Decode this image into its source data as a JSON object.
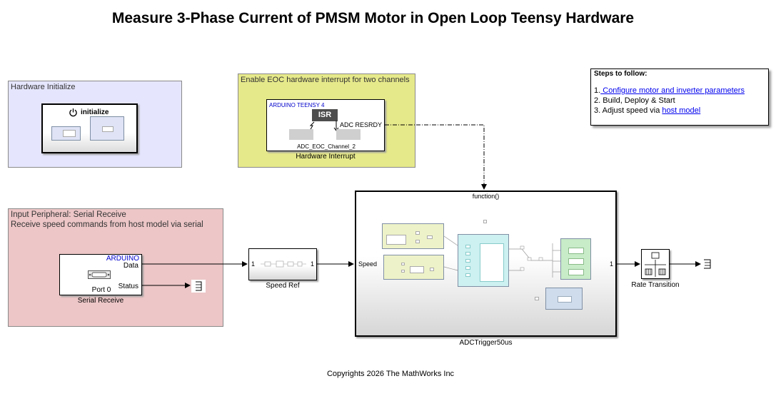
{
  "title": "Measure 3-Phase Current of PMSM Motor in Open Loop Teensy Hardware",
  "copyright": "Copyrights 2026 The MathWorks Inc",
  "colors": {
    "hardware_init_area": "#e5e5fd",
    "interrupt_area": "#e6e98a",
    "serial_area": "#edc6c7",
    "link": "#0000ee",
    "arduino_text": "#0000cc"
  },
  "areas": {
    "hardware_init": {
      "label": "Hardware Initialize"
    },
    "interrupt": {
      "label": "Enable EOC hardware interrupt for two channels"
    },
    "serial": {
      "label_line1": "Input Peripheral: Serial Receive",
      "label_line2": "Receive speed commands from host model via serial"
    }
  },
  "blocks": {
    "initialize": {
      "label": "initialize",
      "icon": "power-icon"
    },
    "hardware_interrupt": {
      "brand": "ARDUINO TEENSY 4",
      "isr": "ISR",
      "port": "ADC RESRDY",
      "name_inside": "ADC_EOC_Channel_2",
      "label": "Hardware Interrupt"
    },
    "serial_receive": {
      "brand": "ARDUINO",
      "port_data": "Data",
      "port_status": "Status",
      "port_text": "Port 0",
      "label": "Serial Receive"
    },
    "speed_ref": {
      "in_port": "1",
      "out_port": "1",
      "label": "Speed Ref"
    },
    "adc_trigger": {
      "trigger": "function()",
      "in_port": "Speed",
      "out_port": "1",
      "label": "ADCTrigger50us"
    },
    "rate_transition": {
      "label": "Rate Transition"
    }
  },
  "steps": {
    "heading": "Steps to follow:",
    "step1_prefix": "1.",
    "step1_link": " Configure motor and inverter parameters",
    "step2": "2. Build, Deploy & Start",
    "step3_prefix": "3. Adjust speed via ",
    "step3_link": "host model"
  }
}
